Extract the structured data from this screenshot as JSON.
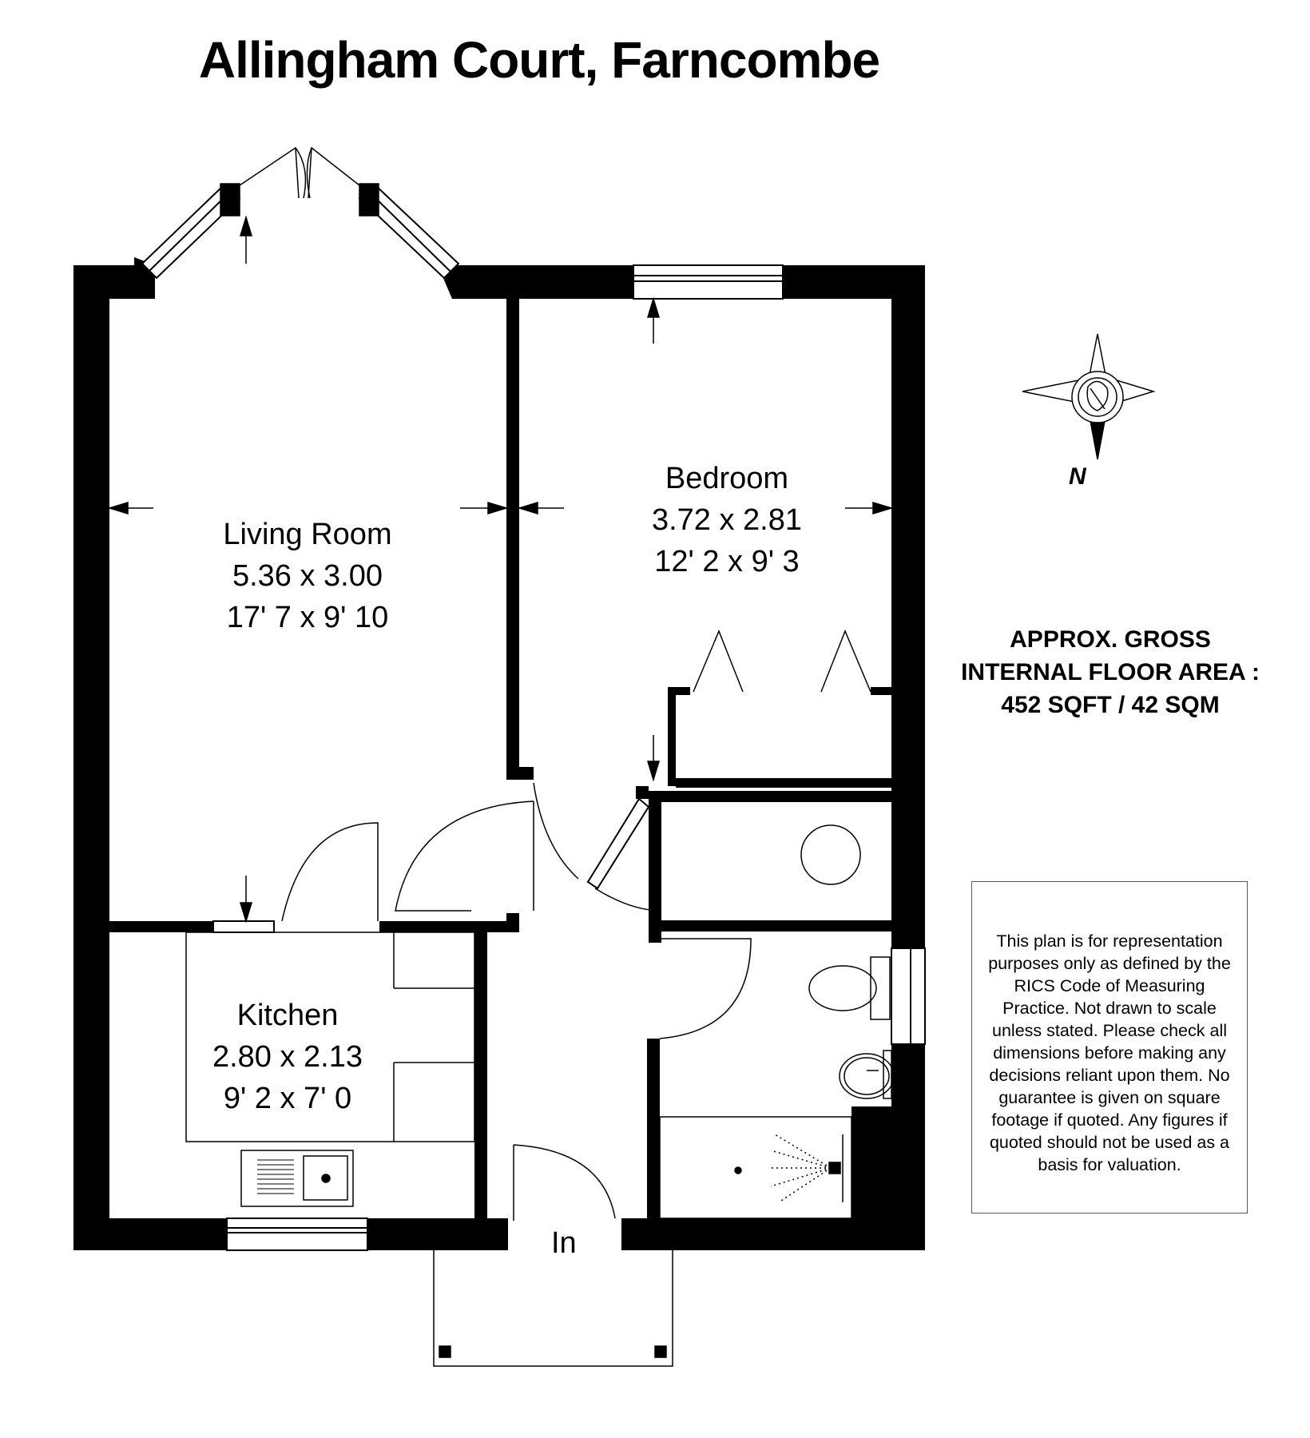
{
  "title": "Allingham Court, Farncombe",
  "rooms": {
    "living": {
      "name": "Living Room",
      "metric": "5.36 x 3.00",
      "imperial": "17' 7 x 9' 10"
    },
    "bedroom": {
      "name": "Bedroom",
      "metric": "3.72 x 2.81",
      "imperial": "12' 2 x 9' 3"
    },
    "kitchen": {
      "name": "Kitchen",
      "metric": "2.80 x 2.13",
      "imperial": "9' 2 x 7' 0"
    }
  },
  "floor_area": {
    "line1": "APPROX. GROSS",
    "line2": "INTERNAL FLOOR AREA :",
    "line3": "452 SQFT / 42 SQM"
  },
  "disclaimer": "This plan is for representation purposes only as defined by the RICS Code of Measuring Practice. Not drawn to scale unless stated. Please check all dimensions before making any decisions reliant upon them. No guarantee is given on square footage if quoted. Any figures if quoted should not be used as a basis for valuation.",
  "compass_label": "N",
  "entrance_label": "In"
}
